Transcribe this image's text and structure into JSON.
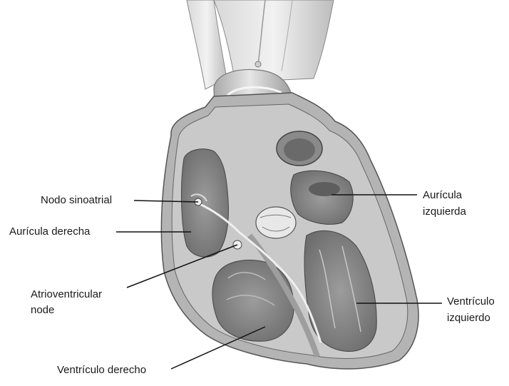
{
  "diagram": {
    "labels": {
      "sinoatrial": "Nodo sinoatrial",
      "right_atrium": "Aurícula derecha",
      "av_node_line1": "Atrioventricular",
      "av_node_line2": "node",
      "right_ventricle": "Ventrículo derecho",
      "left_atrium_line1": "Aurícula",
      "left_atrium_line2": "izquierda",
      "left_ventricle_line1": "Ventrículo",
      "left_ventricle_line2": "izquierdo"
    }
  }
}
